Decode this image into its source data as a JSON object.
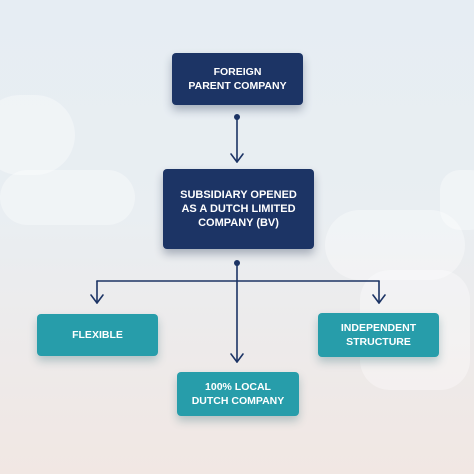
{
  "diagram": {
    "nodes": {
      "foreign_parent": "FOREIGN\nPARENT COMPANY",
      "subsidiary": "SUBSIDIARY OPENED\nAS A DUTCH LIMITED\nCOMPANY (BV)",
      "flexible": "FLEXIBLE",
      "independent": "INDEPENDENT\nSTRUCTURE",
      "local": "100% LOCAL\nDUTCH COMPANY"
    },
    "edges": [
      {
        "from": "foreign_parent",
        "to": "subsidiary"
      },
      {
        "from": "subsidiary",
        "to": "flexible"
      },
      {
        "from": "subsidiary",
        "to": "local"
      },
      {
        "from": "subsidiary",
        "to": "independent"
      }
    ],
    "colors": {
      "dark_box": "#1c3465",
      "teal_box": "#279daa",
      "connector": "#1c3465"
    }
  }
}
